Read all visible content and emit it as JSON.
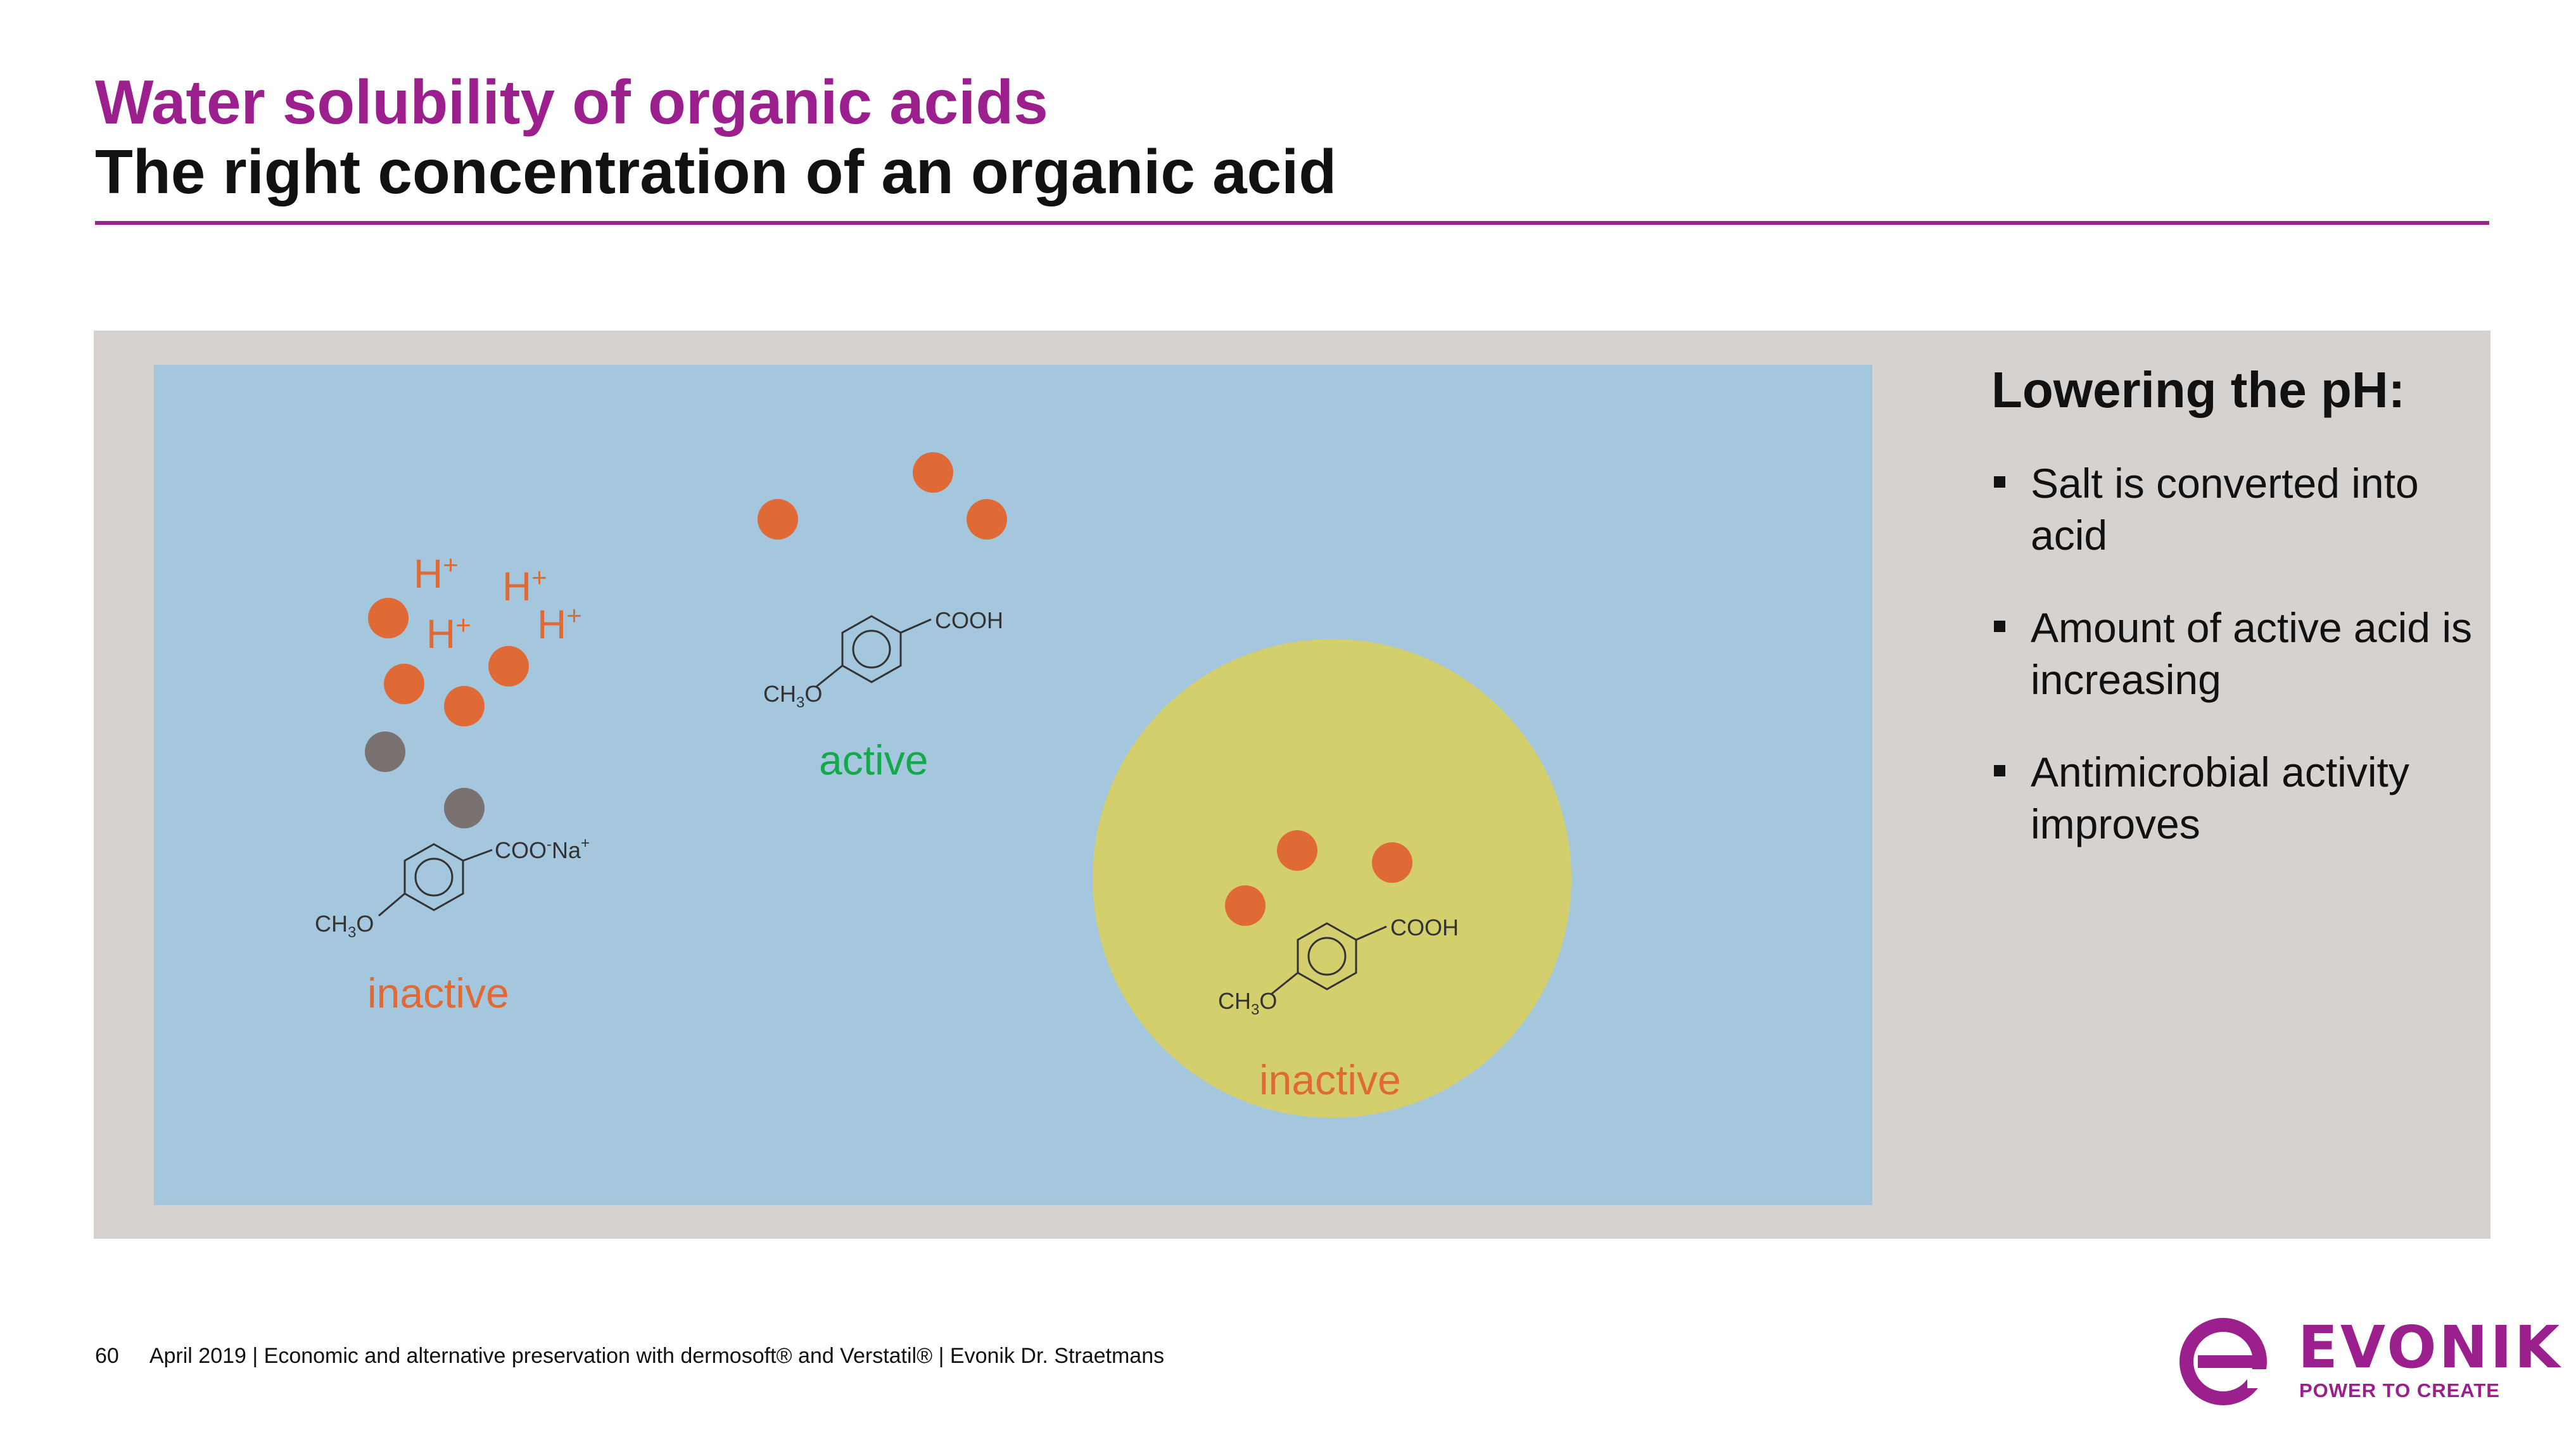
{
  "header": {
    "title": "Water solubility of organic acids",
    "subtitle": "The right concentration of an organic acid"
  },
  "diagram": {
    "ions": [
      "H+",
      "H+",
      "H+",
      "H+"
    ],
    "molecules": {
      "salt": {
        "group": "COO-Na+",
        "substituent": "CH3O",
        "state_label": "inactive"
      },
      "acid_free": {
        "group": "COOH",
        "substituent": "CH3O",
        "state_label": "active"
      },
      "acid_in_droplet": {
        "group": "COOH",
        "substituent": "CH3O",
        "state_label": "inactive"
      }
    }
  },
  "side_panel": {
    "heading": "Lowering the pH:",
    "bullets": [
      "Salt is converted into acid",
      "Amount of active acid is increasing",
      "Antimicrobial activity improves"
    ]
  },
  "footer": {
    "page_number": "60",
    "text": "April 2019 | Economic and alternative preservation with dermosoft® and Verstatil® | Evonik Dr. Straetmans"
  },
  "logo": {
    "wordmark": "EVONIK",
    "tagline": "POWER TO CREATE"
  },
  "colors": {
    "brand": "#9b1f8c",
    "water": "#a5c7dd",
    "oil_droplet": "#d3cf6d",
    "acid_dot": "#e06a35",
    "salt_dot": "#7a7270",
    "active_label": "#13a94a",
    "inactive_label": "#e06a35"
  }
}
